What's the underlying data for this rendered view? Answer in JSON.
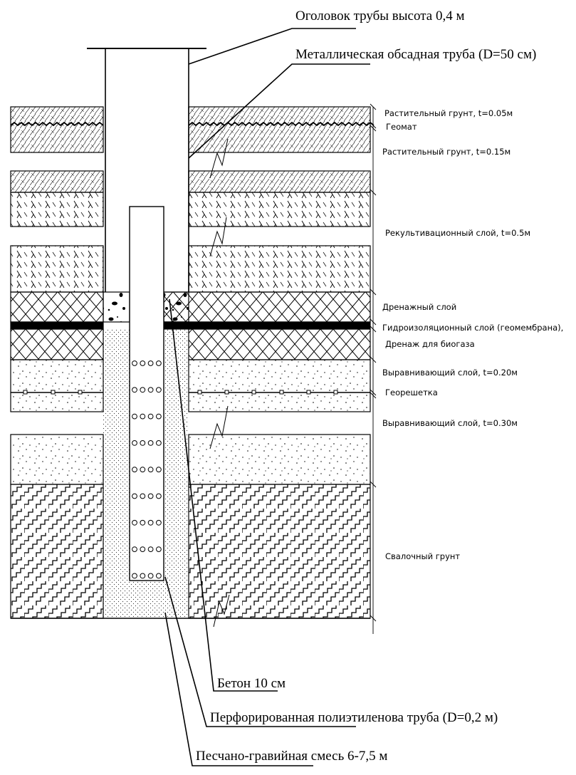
{
  "callouts": {
    "pipe_head": "Оголовок трубы высота 0,4 м",
    "casing": "Металлическая обсадная труба (D=50 см)",
    "concrete": "Бетон 10 см",
    "perforated": "Перфорированная полиэтиленова труба (D=0,2 м)",
    "sand_gravel": "Песчано-гравийная смесь 6-7,5 м"
  },
  "layers": [
    "Растительный грунт, t=0.05м",
    "Геомат",
    "Растительный грунт, t=0.15м",
    "Рекультивационный слой, t=0.5м",
    "Дренажный слой",
    "Гидроизоляционный слой (геомембрана),",
    "Дренаж для биогаза",
    "Выравнивающий слой, t=0.20м",
    "Георешетка",
    "Выравнивающий слой, t=0.30м",
    "Свалочный грунт"
  ]
}
